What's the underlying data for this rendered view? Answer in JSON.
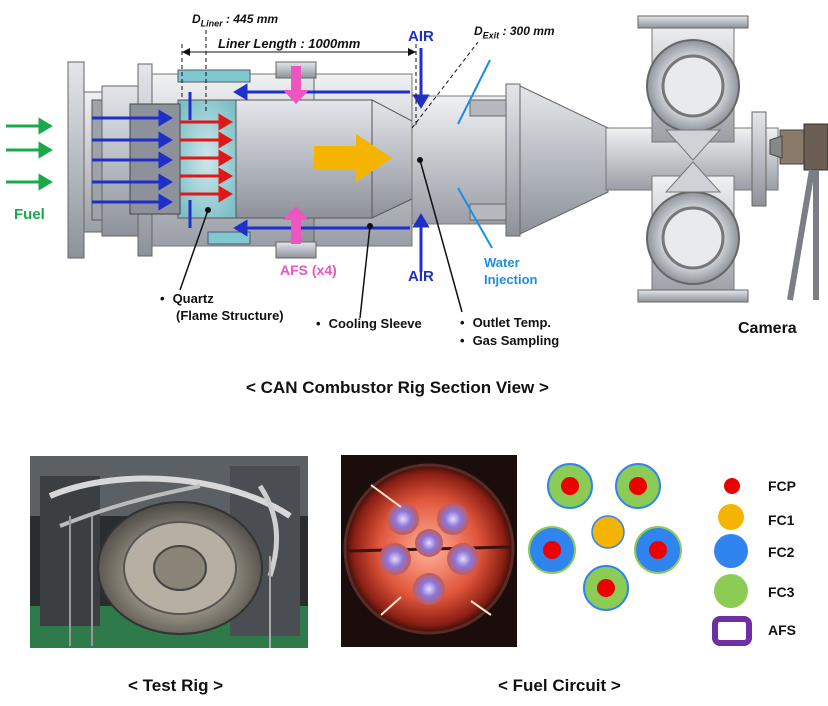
{
  "top": {
    "d_liner": {
      "symbol": "D",
      "subscript": "Liner",
      "value": ": 445 mm"
    },
    "liner_length": "Liner Length : 1000mm",
    "d_exit": {
      "symbol": "D",
      "subscript": "Exit",
      "value": ": 300 mm"
    },
    "air_top": "AIR",
    "air_bottom": "AIR",
    "fuel": "Fuel",
    "afs": "AFS (x4)",
    "water_injection": [
      "Water",
      "Injection"
    ],
    "quartz": [
      "Quartz",
      "(Flame Structure)"
    ],
    "cooling_sleeve": "Cooling Sleeve",
    "outlet": [
      "Outlet Temp.",
      "Gas Sampling"
    ],
    "camera": "Camera",
    "caption": "< CAN Combustor Rig Section View >"
  },
  "bottom": {
    "test_rig_caption": "< Test Rig >",
    "fuel_circuit_caption": "< Fuel Circuit >",
    "legend": [
      {
        "label": "FCP",
        "color": "#ee0000",
        "shape": "small-circle"
      },
      {
        "label": "FC1",
        "color": "#f5b400",
        "shape": "medium-circle"
      },
      {
        "label": "FC2",
        "color": "#2f84ef",
        "shape": "large-circle"
      },
      {
        "label": "FC3",
        "color": "#8ccc55",
        "shape": "large-circle"
      },
      {
        "label": "AFS",
        "color": "#6f2ea3",
        "shape": "rounded-rect"
      }
    ]
  },
  "colors": {
    "air": "#1f2fc8",
    "fuel": "#1aa84a",
    "afs": "#ee55c0",
    "water": "#1f8ee0",
    "flow_arrow": "#f5b400"
  }
}
